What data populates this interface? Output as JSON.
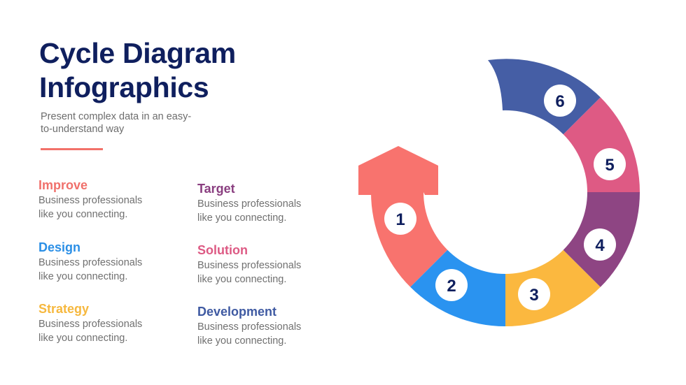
{
  "title_lines": [
    "Cycle Diagram",
    "Infographics"
  ],
  "subtitle_lines": [
    "Present complex data in an easy-",
    "to-understand way"
  ],
  "items": [
    {
      "heading": "Improve",
      "color": "#f0706b",
      "body": [
        "Business professionals",
        "like you connecting."
      ]
    },
    {
      "heading": "Design",
      "color": "#2b8fe6",
      "body": [
        "Business professionals",
        "like you connecting."
      ]
    },
    {
      "heading": "Strategy",
      "color": "#f6b83e",
      "body": [
        "Business professionals",
        "like you connecting."
      ]
    },
    {
      "heading": "Target",
      "color": "#8a3f80",
      "body": [
        "Business professionals",
        "like you connecting."
      ]
    },
    {
      "heading": "Solution",
      "color": "#dd5a84",
      "body": [
        "Business professionals",
        "like you connecting."
      ]
    },
    {
      "heading": "Development",
      "color": "#3f5aa2",
      "body": [
        "Business professionals",
        "like you connecting."
      ]
    }
  ],
  "cycle": {
    "segments": [
      {
        "number": "1",
        "color": "#f8736e"
      },
      {
        "number": "2",
        "color": "#2a93f0"
      },
      {
        "number": "3",
        "color": "#fbb83f"
      },
      {
        "number": "4",
        "color": "#8e4583"
      },
      {
        "number": "5",
        "color": "#de5a84"
      },
      {
        "number": "6",
        "color": "#455ea5"
      }
    ]
  }
}
